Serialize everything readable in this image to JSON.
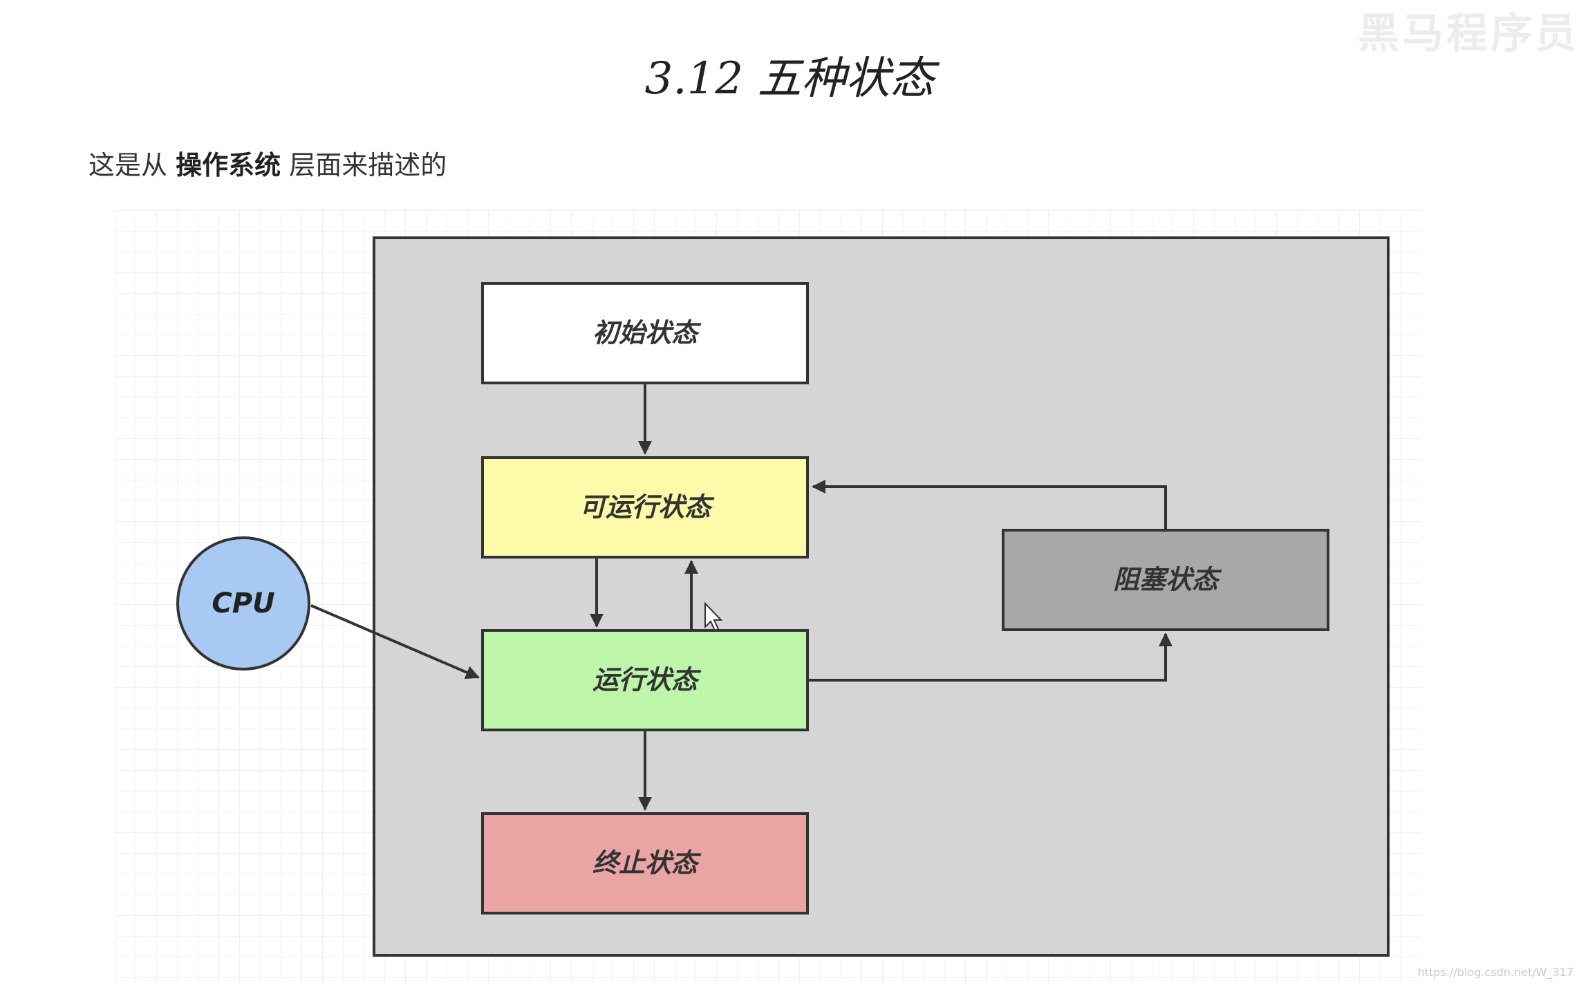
{
  "watermark": "黑马程序员",
  "title": "3.12 五种状态",
  "intro": {
    "prefix": "这是从 ",
    "bold": "操作系统",
    "suffix": " 层面来描述的"
  },
  "diagram": {
    "cpu": {
      "label": "CPU",
      "color": "#a9c9f5"
    },
    "container_color": "#d5d5d5",
    "states": {
      "initial": {
        "label": "初始状态",
        "color": "#ffffff"
      },
      "runnable": {
        "label": "可运行状态",
        "color": "#fdfba9"
      },
      "running": {
        "label": "运行状态",
        "color": "#bdf5a9"
      },
      "terminated": {
        "label": "终止状态",
        "color": "#eaa4a4"
      },
      "blocked": {
        "label": "阻塞状态",
        "color": "#a8a8a8"
      }
    }
  },
  "footer": "https://blog.csdn.net/W_317"
}
